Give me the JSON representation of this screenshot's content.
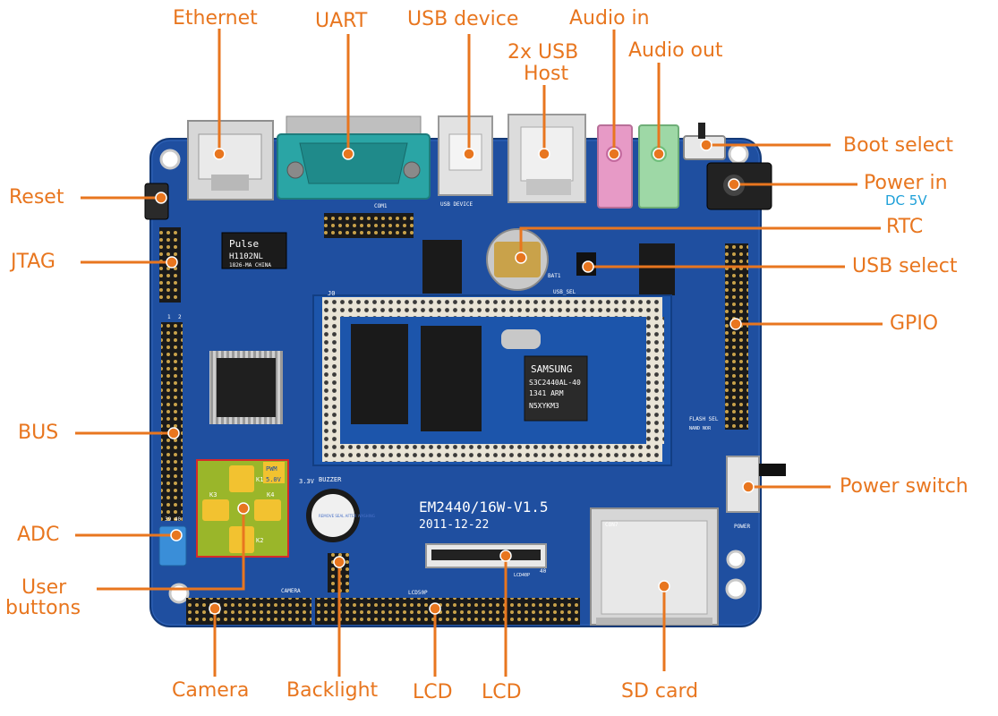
{
  "board": {
    "model": "EM2440/16W-V1.5",
    "date": "2011-12-22",
    "chip_brand": "SAMSUNG",
    "chip_part": "S3C2440AL-40",
    "chip_line2": "1341  ARM",
    "chip_line3": "N5XYKM3",
    "magnetics_brand": "Pulse",
    "magnetics_part": "H1102NL",
    "magnetics_sub": "1826-MA CHINA",
    "buzzer_label": "BUZZER",
    "buzzer_sticker": "REMOVE SEAL AFTER WASHING",
    "silk": {
      "j0": "J0",
      "com1": "COM1",
      "usb_device": "USB DEVICE",
      "usb_sel": "USB_SEL",
      "camera": "CAMERA",
      "lcd50p": "LCD50P",
      "lcd40p": "LCD40P",
      "power": "POWER",
      "flash_sel": "FLASH SEL",
      "nand_nor": "NAND NOR",
      "pwm": "PWM",
      "v5": "5.0V",
      "v33": "3.3V",
      "bat1": "BAT1",
      "con7": "CON7",
      "k1": "K1",
      "k2": "K2",
      "k3": "K3",
      "k4": "K4",
      "n1": "1",
      "n2": "2",
      "n40": "40",
      "n39_40": "39 40"
    }
  },
  "callout_color": "#e8761f",
  "pcb_color": "#1f4fa0",
  "labels": {
    "ethernet": "Ethernet",
    "uart": "UART",
    "usb_device": "USB device",
    "usb_host_1": "2x USB",
    "usb_host_2": "Host",
    "audio_in": "Audio in",
    "audio_out": "Audio out",
    "boot_select": "Boot select",
    "power_in": "Power in",
    "power_in_sub": "DC 5V",
    "reset": "Reset",
    "jtag": "JTAG",
    "rtc": "RTC",
    "usb_select": "USB select",
    "gpio": "GPIO",
    "bus": "BUS",
    "power_switch": "Power switch",
    "adc": "ADC",
    "user_buttons_1": "User",
    "user_buttons_2": "buttons",
    "camera": "Camera",
    "backlight": "Backlight",
    "lcd_1": "LCD",
    "lcd_2": "LCD",
    "sd_card": "SD card"
  }
}
